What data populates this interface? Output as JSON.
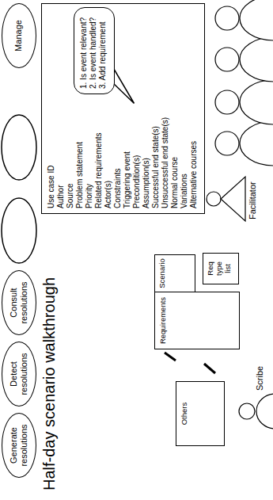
{
  "diagram": {
    "title": "Half-day scenario walkthrough",
    "nodes": [
      {
        "text": [
          "Generate resolutions"
        ]
      },
      {
        "text": [
          "Detect resolutions"
        ]
      },
      {
        "text": [
          "Consult resolutions"
        ]
      },
      {
        "text": [
          "Manage"
        ]
      },
      {
        "text": [
          "Use case ID",
          "Author",
          "Source",
          "Problem statement",
          "Priority",
          "Related requirements",
          "Actor(s)",
          "Constraints",
          "Triggering event",
          "Precondition(s)",
          "Assumption(s)",
          "Successful end state(s)",
          "Unsuccessful end state(s)",
          "Normal course",
          "Variations",
          "Alternative courses"
        ]
      },
      {
        "text": [
          "1. Is event relevant?",
          "2. Is event handled?",
          "3. Add requirement"
        ],
        "in": 4
      },
      {
        "text": [
          "Others"
        ]
      },
      {
        "text": [
          "Requirements"
        ]
      },
      {
        "text": [
          "Scenario"
        ]
      },
      {
        "text": [
          "Req type list"
        ]
      }
    ],
    "labels": [
      "Facilitator",
      "Scribe"
    ]
  }
}
